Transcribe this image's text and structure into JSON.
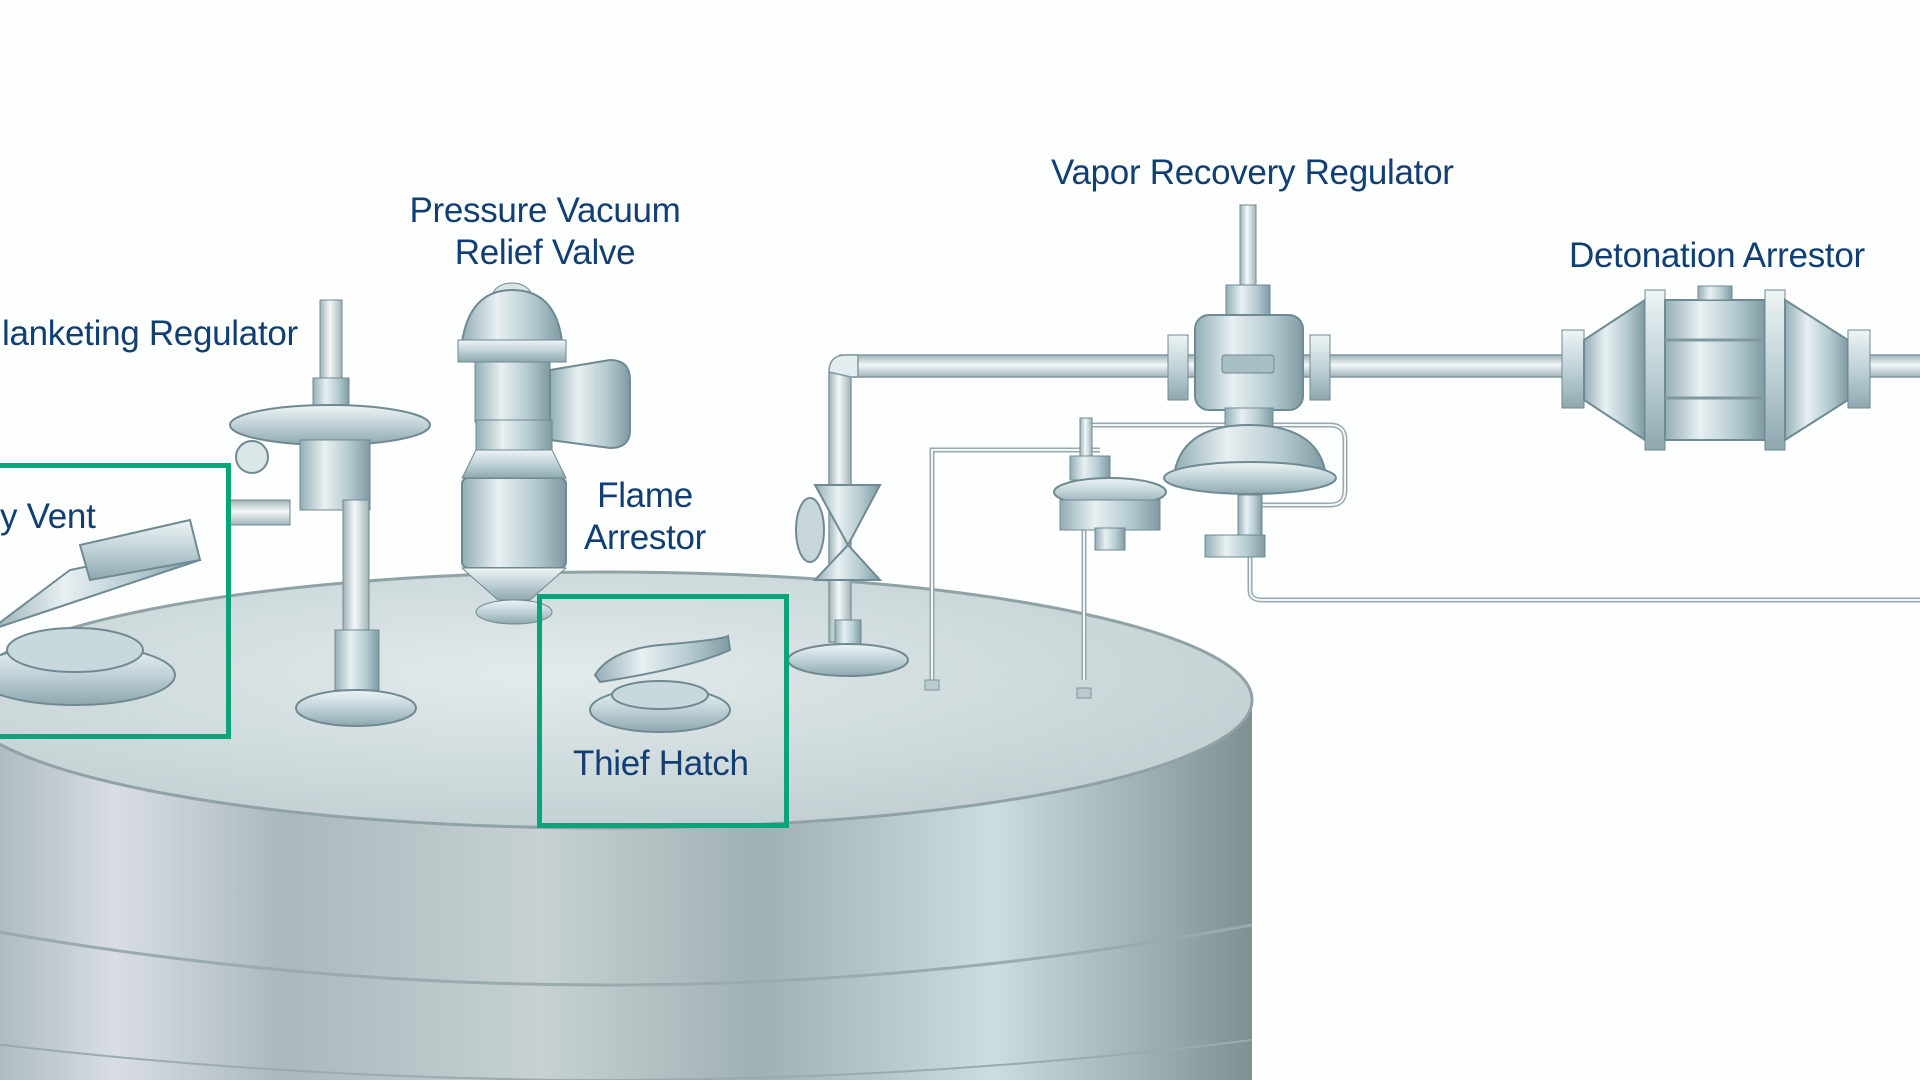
{
  "labels": {
    "vapor_recovery_regulator": "Vapor Recovery Regulator",
    "pressure_vacuum_relief_valve_line1": "Pressure Vacuum",
    "pressure_vacuum_relief_valve_line2": "Relief Valve",
    "blanketing_regulator": "lanketing Regulator",
    "detonation_arrestor": "Detonation Arrestor",
    "flame_arrestor_line1": "Flame",
    "flame_arrestor_line2": "Arrestor",
    "emergency_vent": "y Vent",
    "thief_hatch": "Thief Hatch"
  },
  "highlights": [
    "emergency_vent",
    "thief_hatch"
  ],
  "colors": {
    "label_text": "#123f73",
    "highlight_border": "#0aa37a",
    "tank_body": "#a9b8bb",
    "tank_roof": "#c9d6d8",
    "equipment_metal": "#b7cdd3",
    "pipe": "#d4dfe2"
  },
  "icons": [
    "tank",
    "blanketing-regulator-icon",
    "pressure-vacuum-relief-valve-icon",
    "flame-arrestor-icon",
    "emergency-vent-icon",
    "thief-hatch-icon",
    "gate-valve-icon",
    "vapor-recovery-regulator-icon",
    "pilot-regulator-icon",
    "detonation-arrestor-icon"
  ]
}
